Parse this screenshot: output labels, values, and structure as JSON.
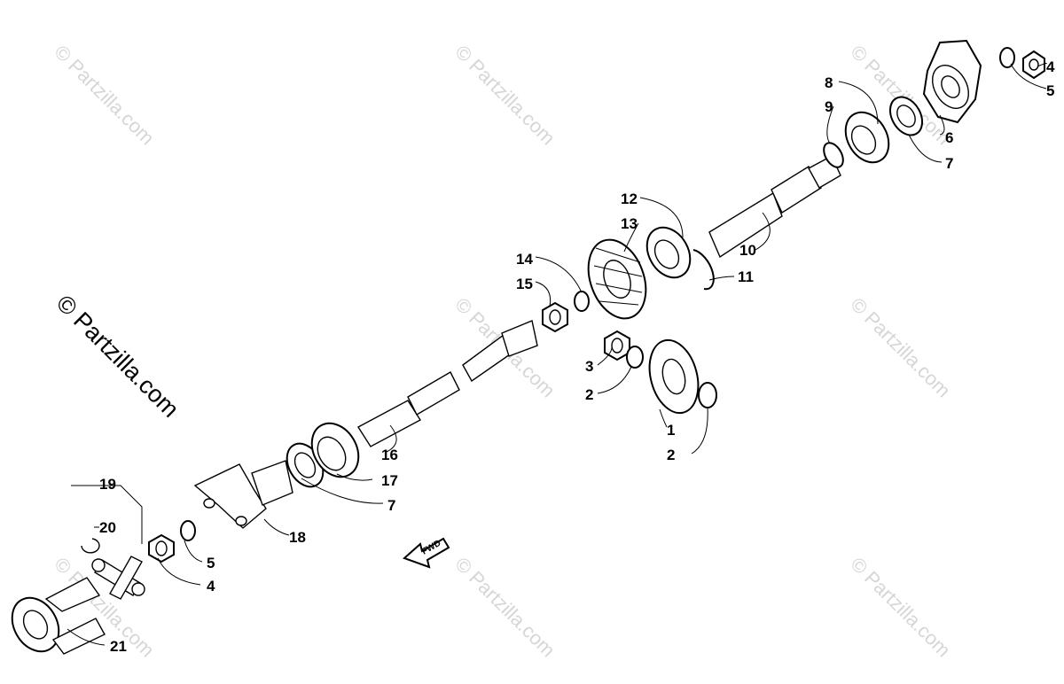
{
  "watermark": {
    "faint": "© Partzilla.com",
    "strong": "© Partzilla.com"
  },
  "direction_arrow": {
    "label": "FWD"
  },
  "callouts": [
    {
      "id": "c1",
      "text": "1"
    },
    {
      "id": "c2a",
      "text": "2"
    },
    {
      "id": "c2b",
      "text": "2"
    },
    {
      "id": "c3",
      "text": "3"
    },
    {
      "id": "c4a",
      "text": "4"
    },
    {
      "id": "c4b",
      "text": "4"
    },
    {
      "id": "c5a",
      "text": "5"
    },
    {
      "id": "c5b",
      "text": "5"
    },
    {
      "id": "c6",
      "text": "6"
    },
    {
      "id": "c7a",
      "text": "7"
    },
    {
      "id": "c7b",
      "text": "7"
    },
    {
      "id": "c8",
      "text": "8"
    },
    {
      "id": "c9",
      "text": "9"
    },
    {
      "id": "c10",
      "text": "10"
    },
    {
      "id": "c11",
      "text": "11"
    },
    {
      "id": "c12",
      "text": "12"
    },
    {
      "id": "c13",
      "text": "13"
    },
    {
      "id": "c14",
      "text": "14"
    },
    {
      "id": "c15",
      "text": "15"
    },
    {
      "id": "c16",
      "text": "16"
    },
    {
      "id": "c17",
      "text": "17"
    },
    {
      "id": "c18",
      "text": "18"
    },
    {
      "id": "c19",
      "text": "19"
    },
    {
      "id": "c20",
      "text": "20"
    },
    {
      "id": "c21",
      "text": "21"
    }
  ]
}
